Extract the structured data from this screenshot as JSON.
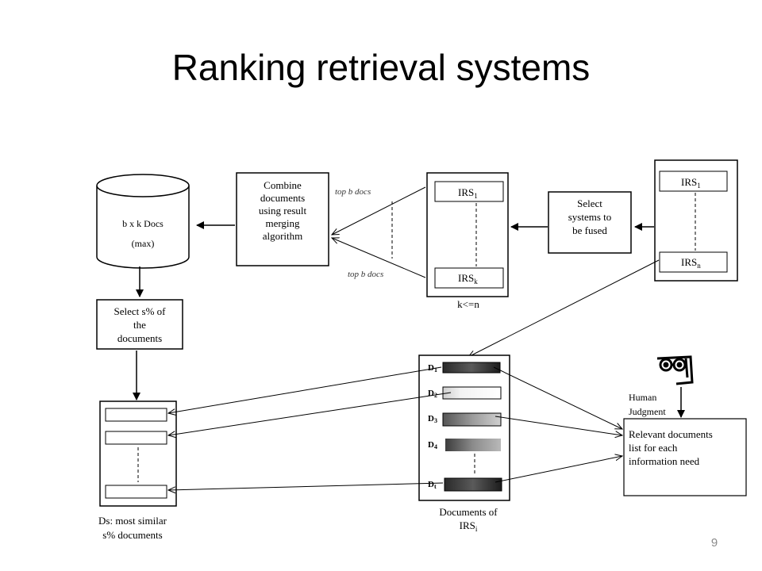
{
  "title": "Ranking retrieval systems",
  "slide_number": "9",
  "diagram": {
    "db_label_1": "b x k Docs",
    "db_label_2": "(max)",
    "combine_lines": [
      "Combine",
      "documents",
      "using result",
      "merging",
      "algorithm"
    ],
    "top_docs": "top b docs",
    "irs_fused_top": "IRS",
    "irs_fused_top_sub": "1",
    "irs_fused_bottom": "IRS",
    "irs_fused_bottom_sub": "k",
    "k_le_n": "k<=n",
    "select_systems_lines": [
      "Select",
      "systems to",
      "be fused"
    ],
    "irs_all_top": "IRS",
    "irs_all_top_sub": "1",
    "irs_all_bottom": "IRS",
    "irs_all_bottom_sub": "n",
    "select_pct_lines": [
      "Select s% of",
      "the",
      "documents"
    ],
    "ds_caption_lines": [
      "Ds: most similar",
      "s% documents"
    ],
    "doc_labels": [
      "D",
      "D",
      "D",
      "D",
      "D"
    ],
    "doc_subs": [
      "1",
      "2",
      "3",
      "4",
      "t"
    ],
    "docs_caption_line1": "Documents of",
    "docs_caption_line2": "IRS",
    "docs_caption_sub": "i",
    "human_lines": [
      "Human",
      "Judgment"
    ],
    "relevant_lines": [
      "Relevant documents",
      "list for each",
      "information need"
    ]
  }
}
